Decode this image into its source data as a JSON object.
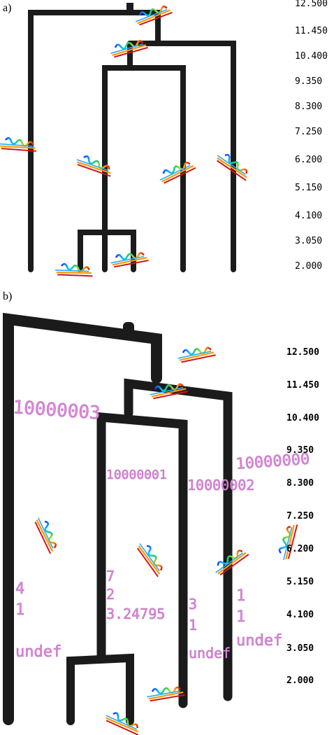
{
  "panel_a": {
    "label": "a)",
    "axis_ticks": [
      "12.500",
      "11.450",
      "10.400",
      "9.350",
      "8.300",
      "7.250",
      "6.200",
      "5.150",
      "4.100",
      "3.050",
      "2.000"
    ]
  },
  "panel_b": {
    "label": "b)",
    "axis_ticks": [
      "12.500",
      "11.450",
      "10.400",
      "9.350",
      "8.300",
      "7.250",
      "6.200",
      "5.150",
      "4.100",
      "3.050",
      "2.000"
    ],
    "node_labels": {
      "n10000003": "10000003",
      "n10000001": "10000001",
      "n10000002": "10000002",
      "n10000000": "10000000"
    },
    "leaf_labels": {
      "left": [
        "4",
        "1",
        "undef"
      ],
      "mid": [
        "7",
        "2",
        "3.24795"
      ],
      "right_mid": [
        "3",
        "1",
        "undef"
      ],
      "right": [
        "1",
        "1",
        "undef"
      ]
    }
  },
  "colors": {
    "branch": "#1b1b1b",
    "label": "#e08ae0",
    "helix_gradient": [
      "#1e3cff",
      "#00c8ff",
      "#26d050",
      "#e8e020",
      "#ff7a00",
      "#d01818"
    ]
  },
  "icons": [
    "protein-helix-icon"
  ]
}
